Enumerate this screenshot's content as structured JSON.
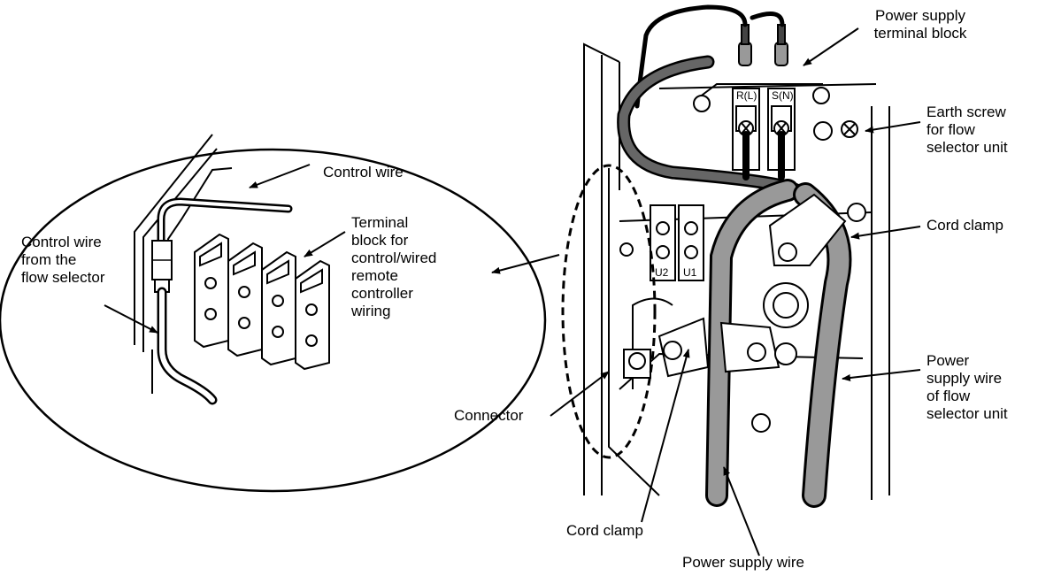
{
  "labels": {
    "control_wire": "Control wire",
    "control_wire_from_selector": "Control wire\nfrom the\nflow selector",
    "terminal_block_control": "Terminal\nblock for\ncontrol/wired\nremote\ncontroller\nwiring",
    "power_supply_terminal_block": "Power supply\nterminal block",
    "earth_screw": "Earth screw\nfor flow\nselector unit",
    "cord_clamp_right": "Cord clamp",
    "power_supply_wire_selector": "Power\nsupply wire\nof flow\nselector unit",
    "connector": "Connector",
    "cord_clamp_bottom": "Cord clamp",
    "power_supply_wire": "Power supply wire"
  },
  "terminal_marks": {
    "r_l": "R(L)",
    "s_n": "S(N)",
    "u2": "U2",
    "u1": "U1"
  }
}
